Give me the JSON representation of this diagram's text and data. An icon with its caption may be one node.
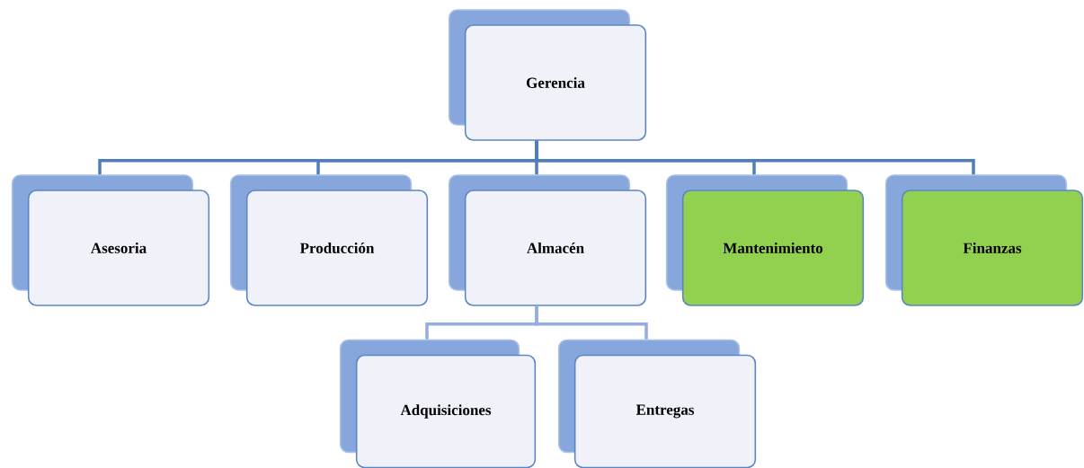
{
  "diagram": {
    "nodes": [
      {
        "text": [
          "Gerencia"
        ]
      },
      {
        "text": [
          "Asesoria"
        ]
      },
      {
        "text": [
          "Producción"
        ]
      },
      {
        "text": [
          "Almacén"
        ]
      },
      {
        "text": [
          "Mantenimiento"
        ]
      },
      {
        "text": [
          "Finanzas"
        ]
      },
      {
        "text": [
          "Adquisiciones"
        ]
      },
      {
        "text": [
          "Entregas"
        ]
      }
    ],
    "edges": [
      {
        "from": 0,
        "to": 1,
        "arrow": "none"
      },
      {
        "from": 0,
        "to": 2,
        "arrow": "none"
      },
      {
        "from": 0,
        "to": 3,
        "arrow": "none"
      },
      {
        "from": 0,
        "to": 4,
        "arrow": "none"
      },
      {
        "from": 0,
        "to": 5,
        "arrow": "none"
      },
      {
        "from": 3,
        "to": 6,
        "arrow": "none",
        "color": "#94aee0"
      },
      {
        "from": 3,
        "to": 7,
        "arrow": "none",
        "color": "#94aee0"
      }
    ]
  }
}
